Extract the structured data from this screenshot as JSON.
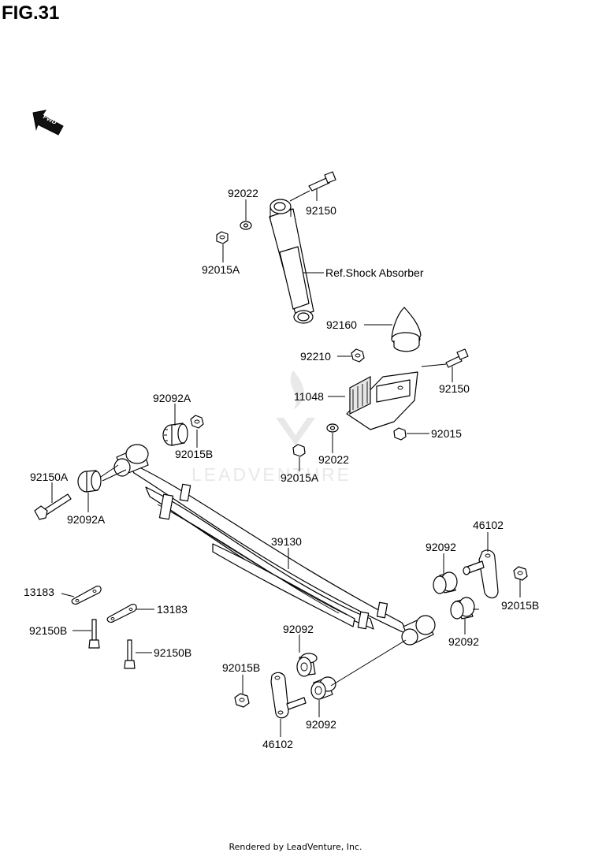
{
  "figure": {
    "title": "FIG.31"
  },
  "fwd_label": "FWD",
  "watermark": "LEADVENTURE",
  "labels": {
    "p92022_top": "92022",
    "p92150_top": "92150",
    "p92015A_top": "92015A",
    "ref_shock": "Ref.Shock Absorber",
    "p92160": "92160",
    "p92210": "92210",
    "p11048": "11048",
    "p92150_mid": "92150",
    "p92015": "92015",
    "p92022_mid": "92022",
    "p92015A_mid": "92015A",
    "p92092A_top": "92092A",
    "p92015B_top": "92015B",
    "p92150A": "92150A",
    "p92092A_left": "92092A",
    "p39130": "39130",
    "p46102_right": "46102",
    "p92092_right1": "92092",
    "p92015B_right": "92015B",
    "p92092_right2": "92092",
    "p13183_left": "13183",
    "p13183_right": "13183",
    "p92150B_left": "92150B",
    "p92150B_right": "92150B",
    "p92092_mid": "92092",
    "p92015B_bottom": "92015B",
    "p92092_bottom": "92092",
    "p46102_bottom": "46102"
  },
  "footer": "Rendered by LeadVenture, Inc."
}
